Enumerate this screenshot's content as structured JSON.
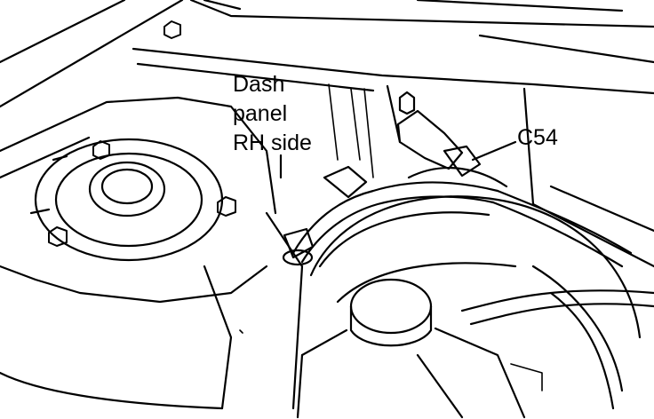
{
  "labels": {
    "dash_panel_line1": "Dash",
    "dash_panel_line2": "panel",
    "dash_panel_line3": "RH side",
    "connector": "C54"
  },
  "colors": {
    "ink": "#000000",
    "paper": "#ffffff"
  }
}
